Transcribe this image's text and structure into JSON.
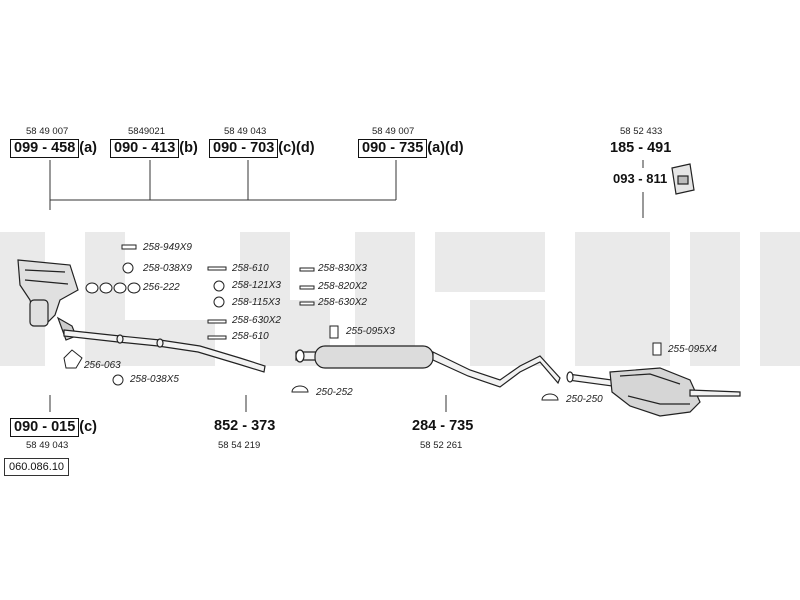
{
  "watermark": "bosal",
  "diagram_ref": "060.086.10",
  "groups": {
    "top": [
      {
        "oem": "58 49 007",
        "part": "099 - 458",
        "suffix": "(a)"
      },
      {
        "oem": "5849021",
        "part": "090 - 413",
        "suffix": "(b)"
      },
      {
        "oem": "58 49 043",
        "part": "090 - 703",
        "suffix": "(c)(d)"
      },
      {
        "oem": "58 49 007",
        "part": "090 - 735",
        "suffix": "(a)(d)"
      }
    ],
    "rear_part": {
      "oem": "58 52 433",
      "part": "185 - 491",
      "mount": "093 - 811"
    },
    "front_pipe": {
      "part": "090 - 015",
      "suffix": "(c)",
      "oem": "58 49 043"
    },
    "mid_pipe": {
      "part": "852 - 373",
      "oem": "58 54 219"
    },
    "centre_silencer": {
      "part": "284 - 735",
      "oem": "58 52 261"
    }
  },
  "fittings": {
    "f1": "258-949X9",
    "f2": "258-038X9",
    "f3": "256-222",
    "f4": "256-063",
    "f5": "258-038X5",
    "f6": "258-610",
    "f7": "258-121X3",
    "f8": "258-115X3",
    "f9": "258-630X2",
    "f10": "258-610",
    "f11": "258-830X3",
    "f12": "258-820X2",
    "f13": "258-630X2",
    "f14": "255-095X3",
    "f15": "250-252",
    "f16": "250-250",
    "f17": "255-095X4"
  }
}
